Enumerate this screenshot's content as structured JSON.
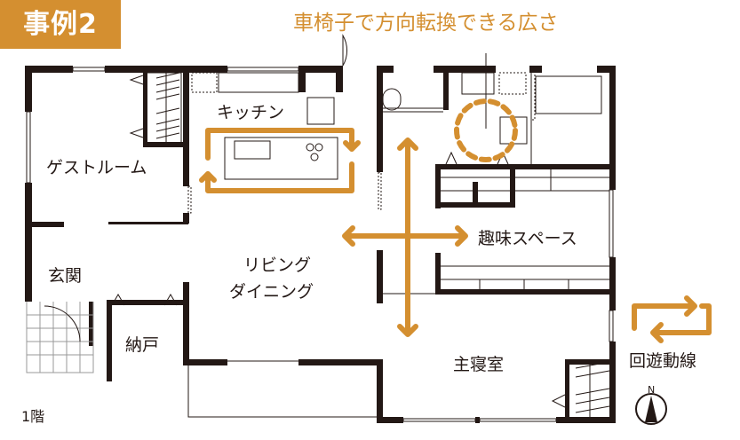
{
  "badge": "事例2",
  "headline": "車椅子で方向転換できる広さ",
  "rooms": {
    "kitchen": "キッチン",
    "guest_room": "ゲストルーム",
    "entrance": "玄関",
    "storage": "納戸",
    "living_line1": "リビング",
    "living_line2": "ダイニング",
    "hobby_space": "趣味スペース",
    "master_bedroom": "主寝室"
  },
  "legend": {
    "label": "回遊動線"
  },
  "floor": "1階",
  "compass": {
    "label": "N"
  },
  "colors": {
    "accent": "#d48f30",
    "wall": "#231815"
  }
}
